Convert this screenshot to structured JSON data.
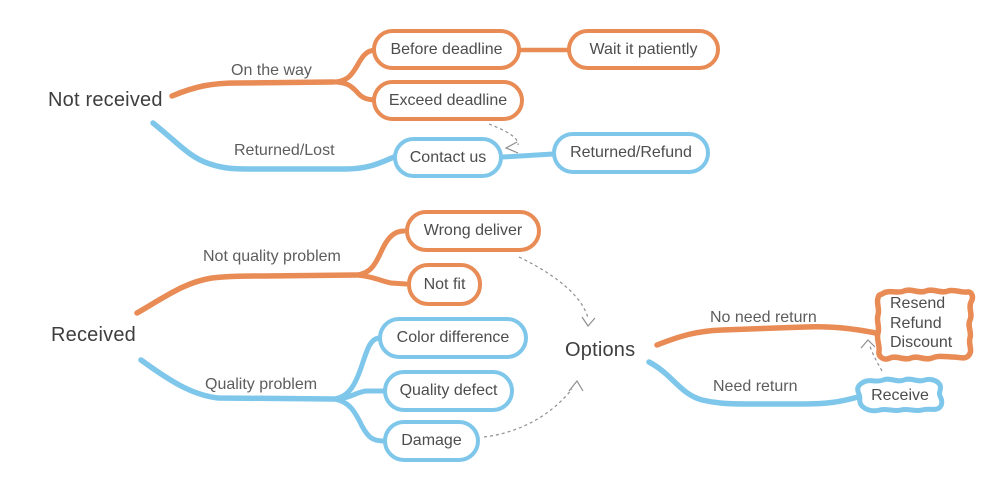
{
  "colors": {
    "orange": "#e88b55",
    "blue": "#7fc7ea",
    "text_dark": "#3e3e3e",
    "text_gray": "#5d5d5d",
    "dashed_arrow_gray": "#8f8f8f"
  },
  "tree_not_received": {
    "root": "Not received",
    "labels": {
      "on_the_way": "On the way",
      "returned_lost": "Returned/Lost"
    },
    "nodes": {
      "before_deadline": "Before deadline",
      "wait_it_patiently": "Wait it patiently",
      "exceed_deadline": "Exceed deadline",
      "contact_us": "Contact us",
      "returned_refund": "Returned/Refund"
    }
  },
  "tree_received": {
    "root": "Received",
    "labels": {
      "not_quality_problem": "Not quality problem",
      "quality_problem": "Quality problem",
      "no_need_return": "No need return",
      "need_return": "Need return"
    },
    "nodes": {
      "wrong_deliver": "Wrong deliver",
      "not_fit": "Not fit",
      "color_difference": "Color difference",
      "quality_defect": "Quality defect",
      "damage": "Damage",
      "options": "Options",
      "resend": [
        "Resend",
        "Refund",
        "Discount"
      ],
      "receive": "Receive"
    }
  }
}
